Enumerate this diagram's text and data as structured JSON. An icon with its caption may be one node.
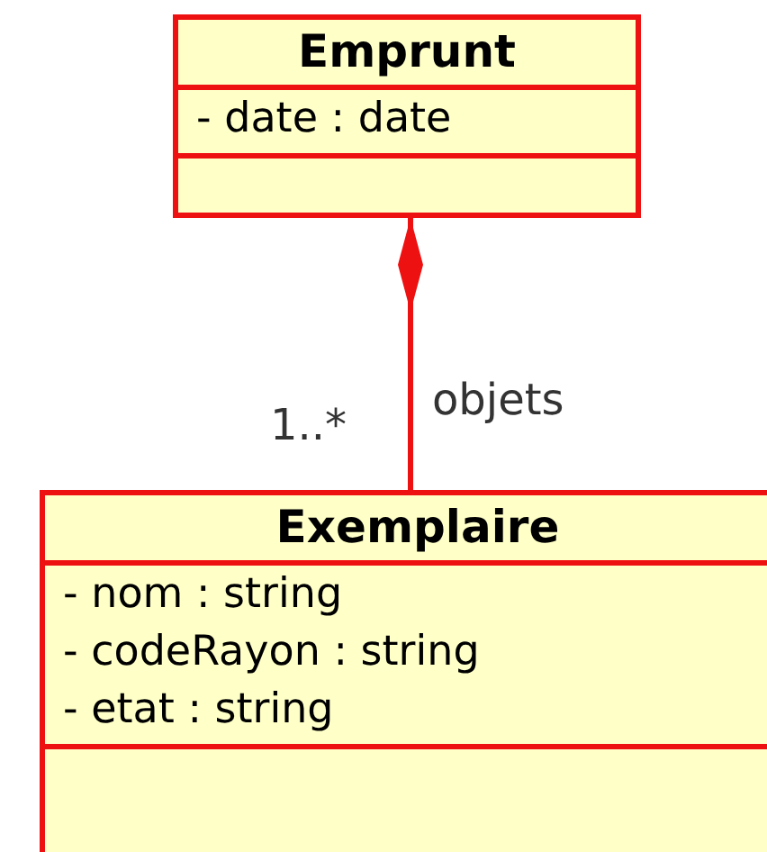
{
  "diagram": {
    "nodes": [
      {
        "text": [
          "Emprunt",
          "- date : date"
        ]
      },
      {
        "text": [
          "Exemplaire",
          "- nom : string",
          "- codeRayon : string",
          "- etat : string"
        ]
      }
    ],
    "edges": [
      {
        "from": 0,
        "to": 1,
        "arrow": "other",
        "label": "objets"
      }
    ],
    "labels": [
      "1..*"
    ]
  }
}
